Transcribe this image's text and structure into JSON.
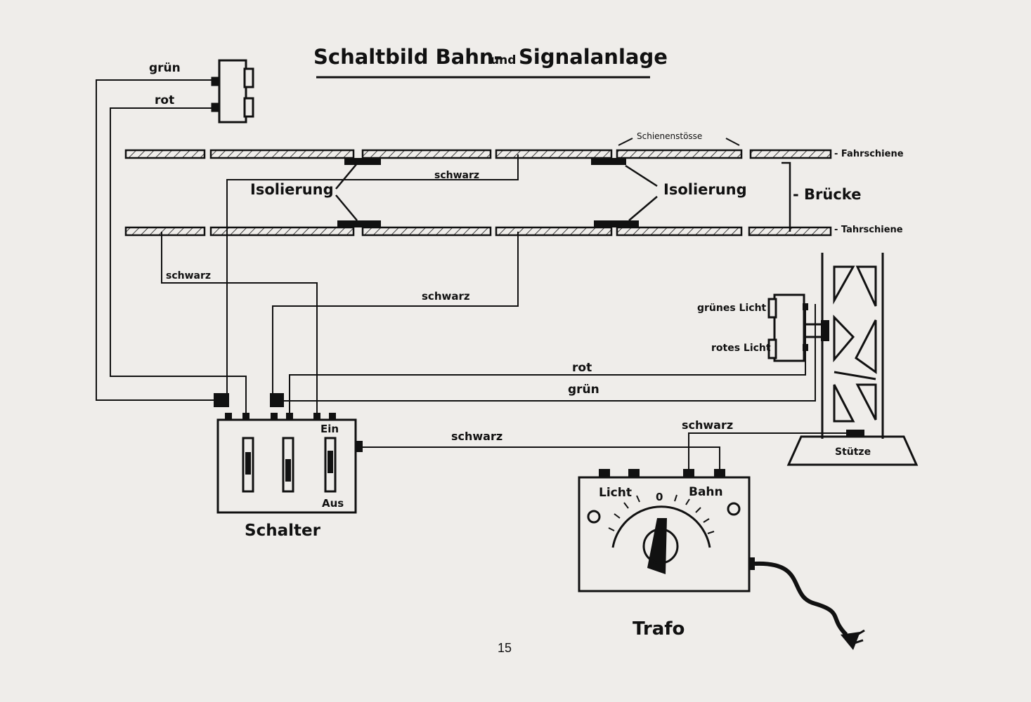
{
  "title_line1": "Schaltbild Bahn-",
  "title_und": "und",
  "title_line2": "Signalanlage",
  "labels": {
    "gruen_top": "grün",
    "rot_top": "rot",
    "schienenstoesse": "Schienenstösse",
    "fahrschiene_top": "- Fahrschiene",
    "fahrschiene_bottom": "- Tahrschiene",
    "schwarz_1": "schwarz",
    "isolierung_left": "Isolierung",
    "isolierung_right": "Isolierung",
    "bruecke": "- Brücke",
    "schwarz_2": "schwarz",
    "schwarz_3": "schwarz",
    "gruenes_licht": "grünes Licht",
    "rotes_licht": "rotes Licht",
    "rot_mid": "rot",
    "gruen_mid": "grün",
    "schwarz_4": "schwarz",
    "schwarz_5": "schwarz",
    "ein": "Ein",
    "aus": "Aus",
    "stuetze": "Stütze",
    "licht": "Licht",
    "bahn": "Bahn",
    "zero": "0",
    "schalter": "Schalter",
    "trafo": "Trafo",
    "page_number": "15"
  },
  "colors": {
    "paper": "#efedea",
    "ink": "#111111"
  }
}
